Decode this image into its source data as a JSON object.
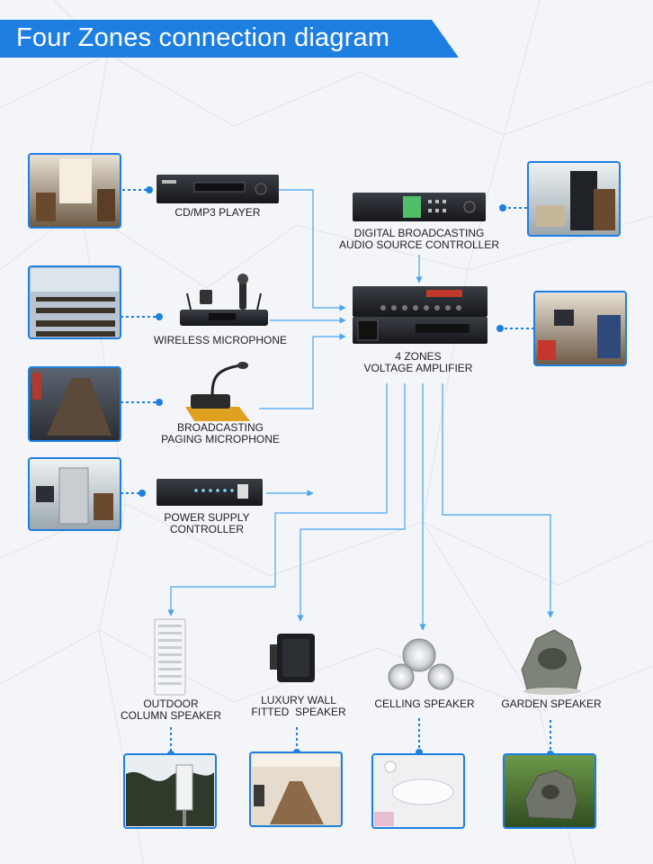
{
  "header": {
    "title": "Four Zones connection diagram"
  },
  "colors": {
    "accent": "#1e7fe3",
    "line": "#4aa3f0",
    "device": "#23262b",
    "screen": "#4fbf6a"
  },
  "sources": [
    {
      "label": "CD/MP3 PLAYER",
      "photo_icon": "classroom-photo",
      "device_icon": "cd-mp3-player-icon"
    },
    {
      "label": "WIRELESS MICROPHONE",
      "photo_icon": "lecture-hall-photo",
      "device_icon": "wireless-microphone-icon"
    },
    {
      "label": [
        "BROADCASTING",
        "PAGING MICROPHONE"
      ],
      "photo_icon": "meeting-room-photo",
      "device_icon": "paging-microphone-icon"
    },
    {
      "label": [
        "POWER SUPPLY",
        "CONTROLLER"
      ],
      "photo_icon": "equipment-room-photo",
      "device_icon": "power-supply-controller-icon"
    }
  ],
  "controller": {
    "label": [
      "DIGITAL BROADCASTING",
      "AUDIO SOURCE CONTROLLER"
    ],
    "device_icon": "audio-source-controller-icon",
    "photo_icon": "server-rack-photo"
  },
  "amplifier": {
    "label": [
      "4 ZONES",
      "VOLTAGE AMPLIFIER"
    ],
    "device_icon": "voltage-amplifier-icon",
    "photo_icon": "control-room-photo"
  },
  "speakers": [
    {
      "label": [
        "OUTDOOR",
        "COLUMN SPEAKER"
      ],
      "icon": "column-speaker-icon",
      "photo_icon": "outdoor-pole-photo"
    },
    {
      "label": [
        "LUXURY WALL",
        "FITTED  SPEAKER"
      ],
      "icon": "wall-speaker-icon",
      "photo_icon": "conference-hall-photo"
    },
    {
      "label": [
        "CELLING SPEAKER"
      ],
      "icon": "ceiling-speaker-icon",
      "photo_icon": "ceiling-light-photo"
    },
    {
      "label": [
        "GARDEN SPEAKER"
      ],
      "icon": "garden-speaker-icon",
      "photo_icon": "garden-rock-photo"
    }
  ]
}
